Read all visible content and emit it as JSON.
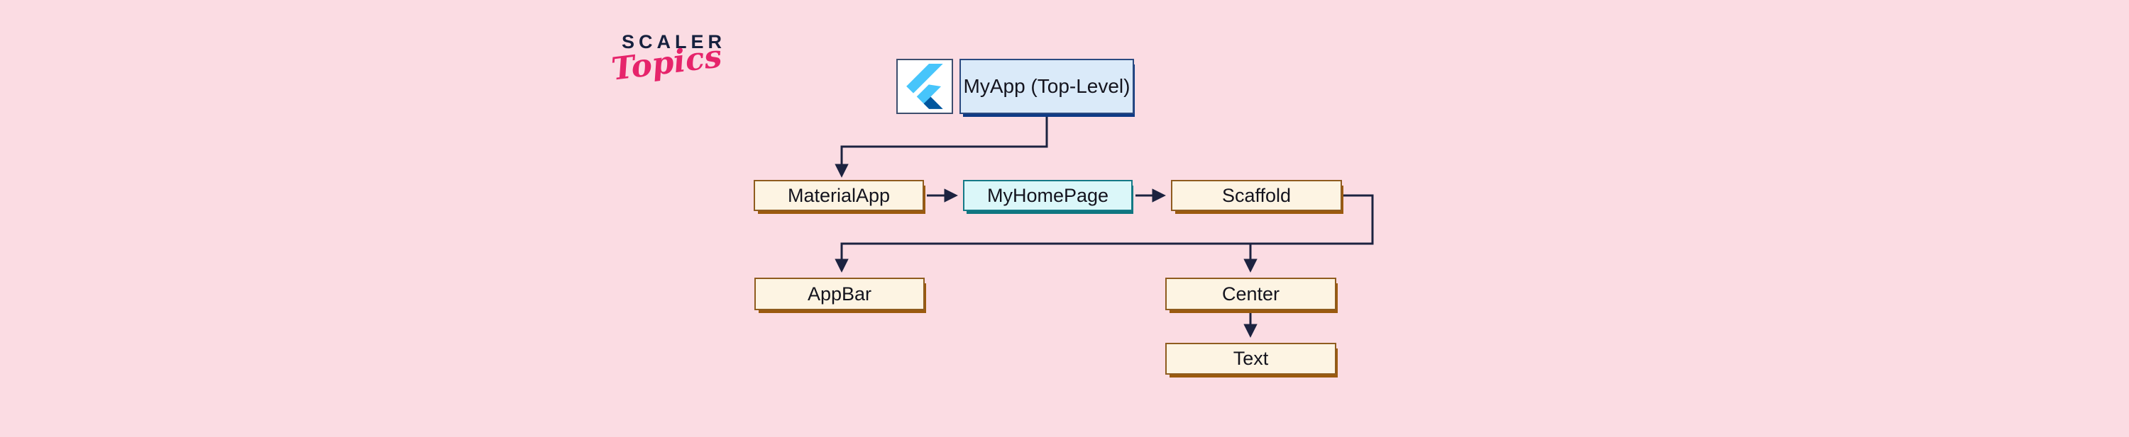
{
  "logo": {
    "line1": "SCALER",
    "line2": "Topics",
    "line1_color": "#16213e",
    "line2_color": "#e6246b"
  },
  "nodes": {
    "myapp": {
      "label": "MyApp (Top-Level)",
      "style": "blue"
    },
    "materialapp": {
      "label": "MaterialApp",
      "style": "cream"
    },
    "myhomepage": {
      "label": "MyHomePage",
      "style": "cyan"
    },
    "scaffold": {
      "label": "Scaffold",
      "style": "cream"
    },
    "appbar": {
      "label": "AppBar",
      "style": "cream"
    },
    "center": {
      "label": "Center",
      "style": "cream"
    },
    "text": {
      "label": "Text",
      "style": "cream"
    }
  },
  "edges": [
    {
      "from": "myapp",
      "to": "materialapp"
    },
    {
      "from": "materialapp",
      "to": "myhomepage"
    },
    {
      "from": "myhomepage",
      "to": "scaffold"
    },
    {
      "from": "scaffold",
      "to": "appbar"
    },
    {
      "from": "scaffold",
      "to": "center"
    },
    {
      "from": "center",
      "to": "text"
    }
  ],
  "icons": {
    "flutter": "flutter-logo"
  },
  "colors": {
    "background": "#fbdce3",
    "connector": "#1c2340",
    "cream_fill": "#fdf4e3",
    "cream_border": "#8f5c1f",
    "cream_shadow": "#9b5a0e",
    "cyan_fill": "#dbf7f9",
    "cyan_border": "#157a87",
    "blue_fill": "#daeaf9",
    "blue_border": "#2b4a80",
    "blue_shadow": "#0e3a85",
    "flutter_light_blue": "#47c5fb",
    "flutter_mid_blue": "#00b5f8",
    "flutter_dark_blue": "#00569e"
  }
}
